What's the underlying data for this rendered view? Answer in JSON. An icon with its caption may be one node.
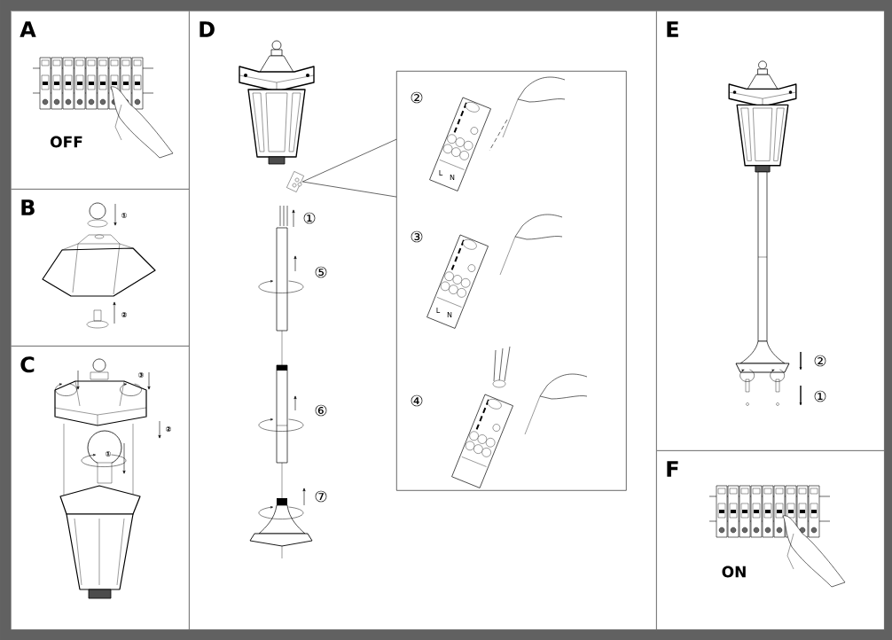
{
  "diagram": {
    "nodes": [
      {
        "text": [
          "A"
        ]
      },
      {
        "text": [
          "B"
        ]
      },
      {
        "text": [
          "C"
        ]
      },
      {
        "text": [
          "D"
        ]
      },
      {
        "text": [
          "E"
        ]
      },
      {
        "text": [
          "F"
        ]
      },
      {
        "text": [],
        "shape": "box",
        "in": 3
      },
      {
        "text": [],
        "shape": "picture",
        "in": 3
      }
    ],
    "edges": [
      {
        "from": 7,
        "to": 6,
        "arrow": "none"
      },
      {
        "from": 7,
        "to": 6,
        "arrow": "none"
      }
    ],
    "labels": [
      "OFF",
      "①",
      "②",
      "③",
      "②",
      "①",
      "①",
      "⑤",
      "⑥",
      "⑦",
      "②",
      "L",
      "N",
      "③",
      "L",
      "N",
      "④",
      "②",
      "①",
      "ON"
    ]
  }
}
